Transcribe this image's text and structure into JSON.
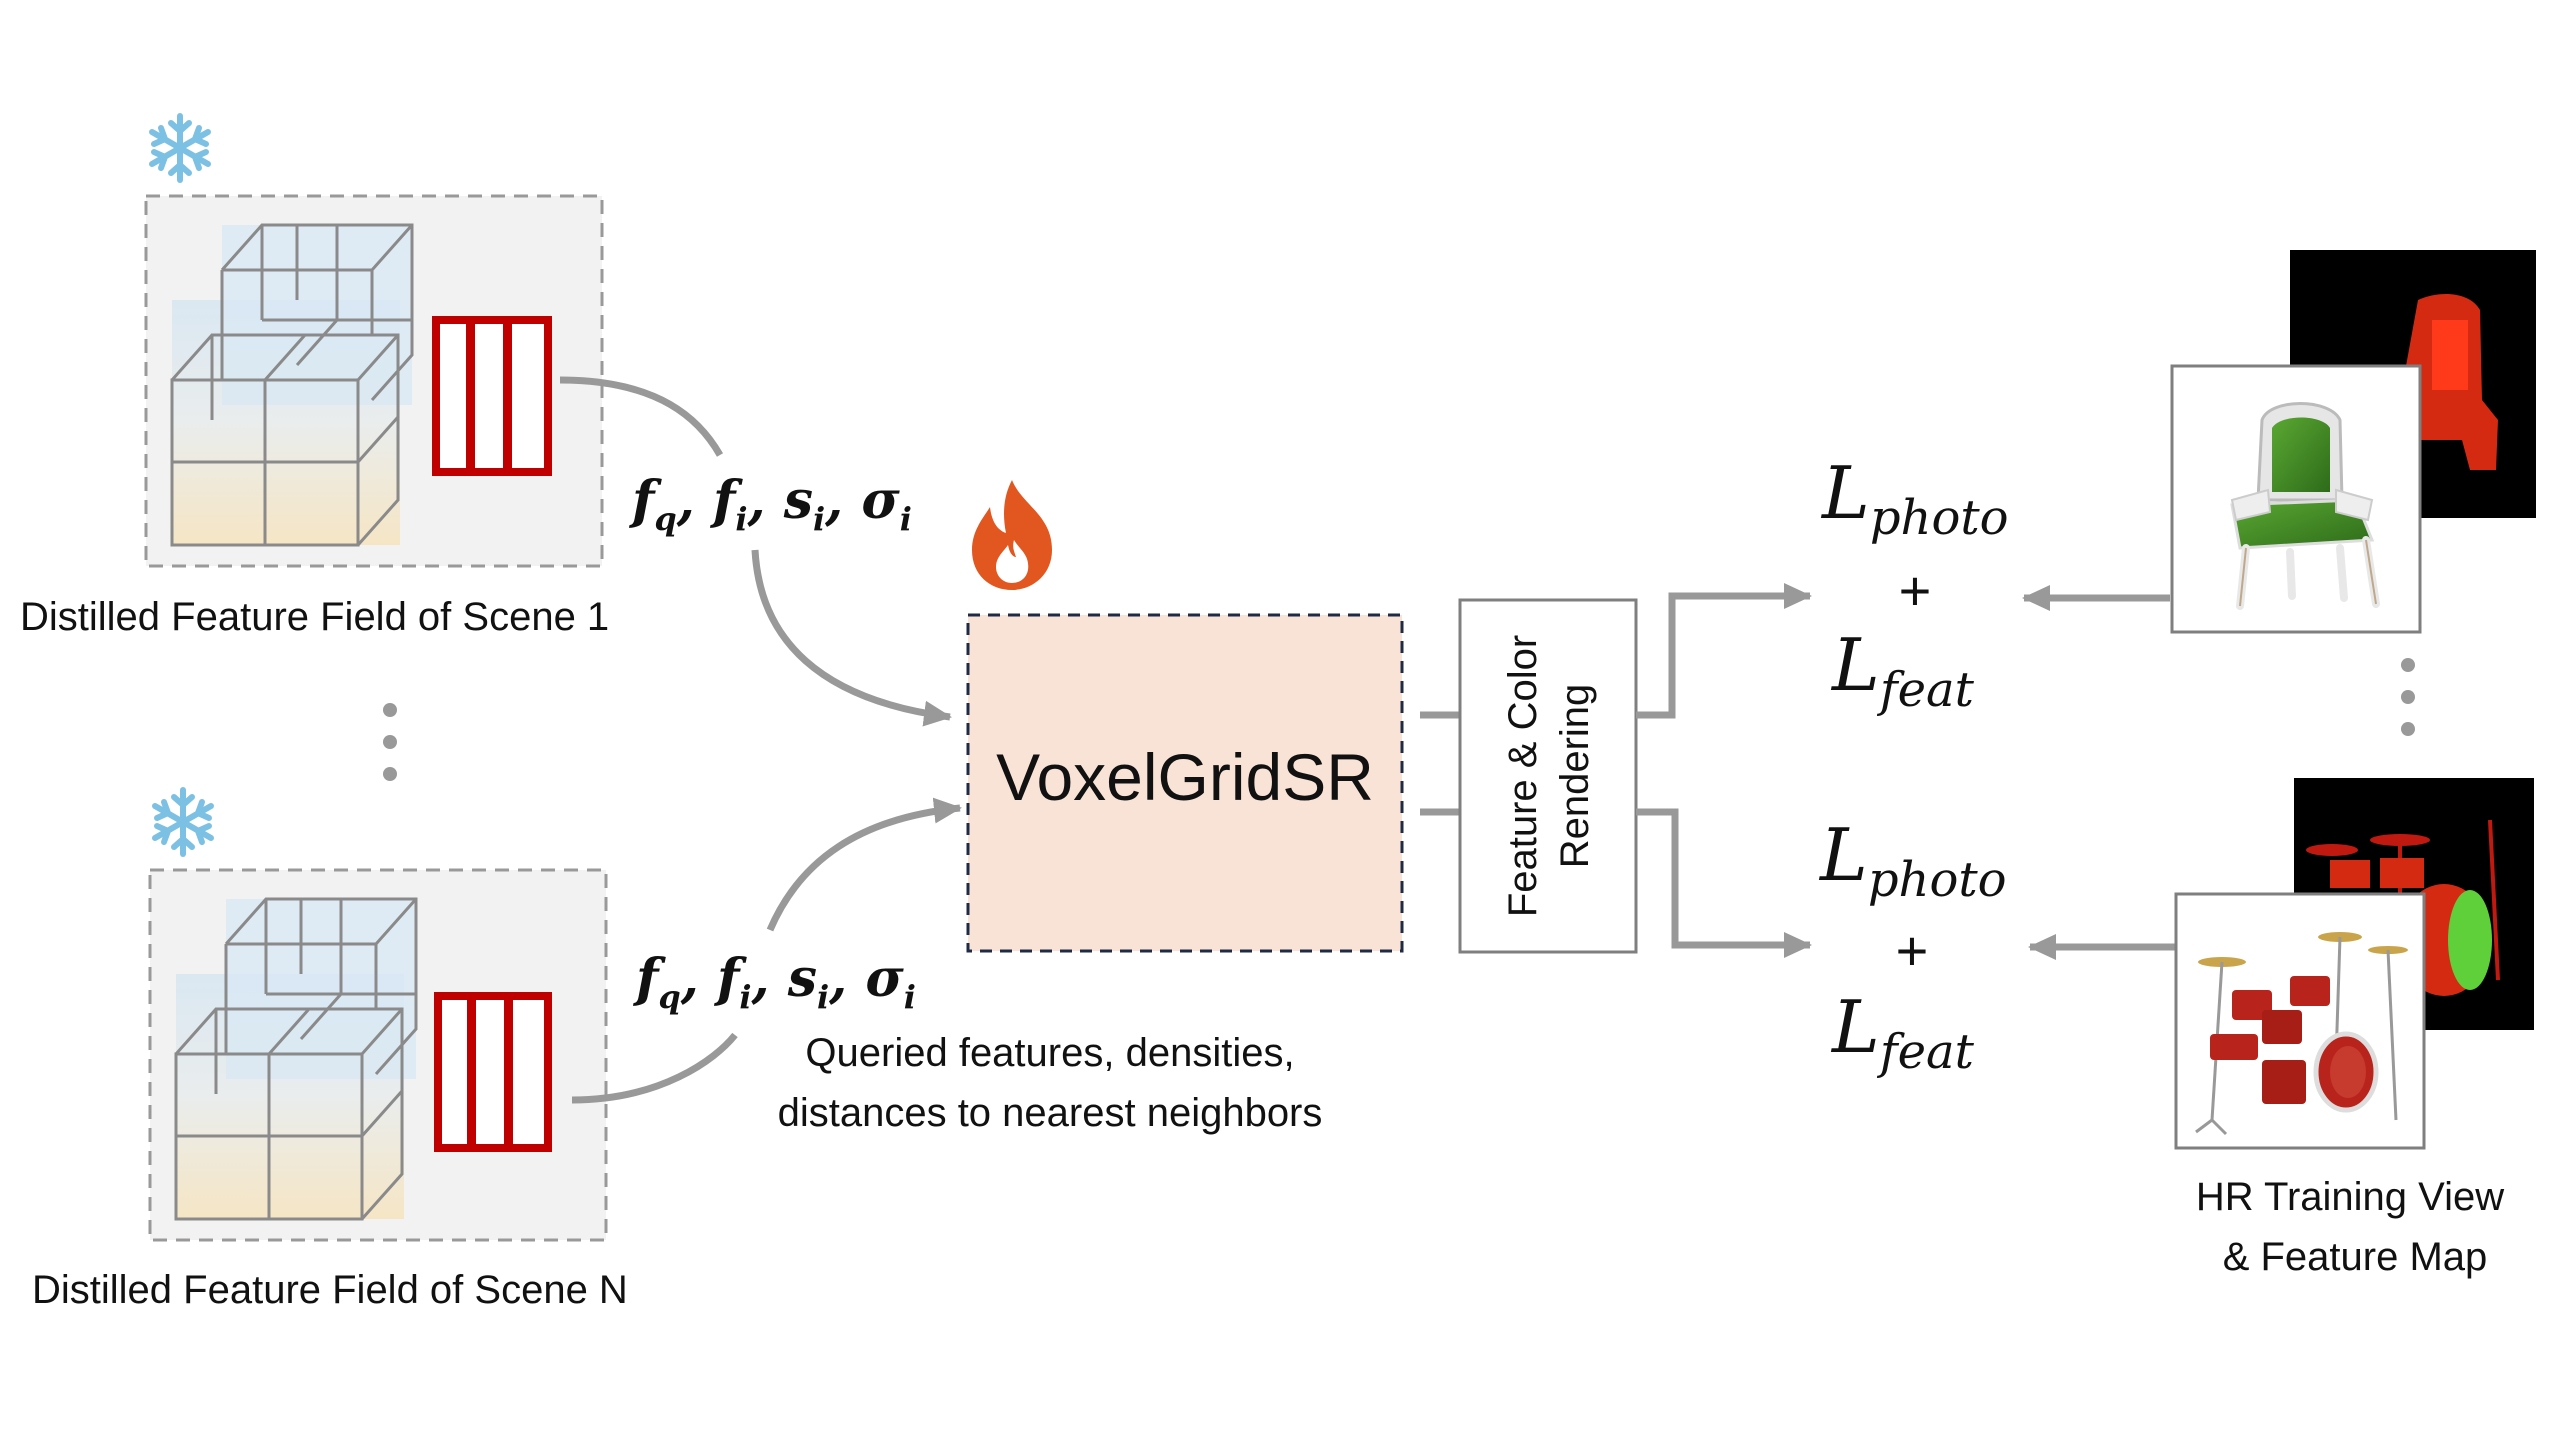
{
  "scene_top": {
    "caption": "Distilled Feature Field of Scene 1",
    "icon": "snowflake-icon"
  },
  "scene_bottom": {
    "caption": "Distilled Feature Field of Scene N",
    "icon": "snowflake-icon"
  },
  "vertical_ellipsis": "⋮",
  "query_label_top": {
    "f": "f",
    "fsub": "q",
    "f2": "f",
    "f2sub": "i",
    "s": "s",
    "ssub": "i",
    "sigma": "σ",
    "sigmasub": "i"
  },
  "query_label_bottom": {
    "f": "f",
    "fsub": "q",
    "f2": "f",
    "f2sub": "i",
    "s": "s",
    "ssub": "i",
    "sigma": "σ",
    "sigmasub": "i"
  },
  "query_caption": [
    "Queried features, densities,",
    "distances to nearest neighbors"
  ],
  "model": {
    "label": "VoxelGridSR",
    "icon": "fire-icon",
    "fill": "#f9e3d6"
  },
  "rendering": {
    "line1": "Feature & Color",
    "line2": "Rendering"
  },
  "loss_top": {
    "photo_L": "L",
    "photo_sub": "photo",
    "plus": "+",
    "feat_L": "L",
    "feat_sub": "feat"
  },
  "loss_bottom": {
    "photo_L": "L",
    "photo_sub": "photo",
    "plus": "+",
    "feat_L": "L",
    "feat_sub": "feat"
  },
  "right_caption": [
    "HR Training View",
    "& Feature Map"
  ],
  "colors": {
    "arrow": "#999999",
    "bar_red": "#c00000",
    "cube_blue": "#dbe8f3",
    "cube_yellow": "#f6e6c2",
    "dashed_border": "#999999"
  }
}
